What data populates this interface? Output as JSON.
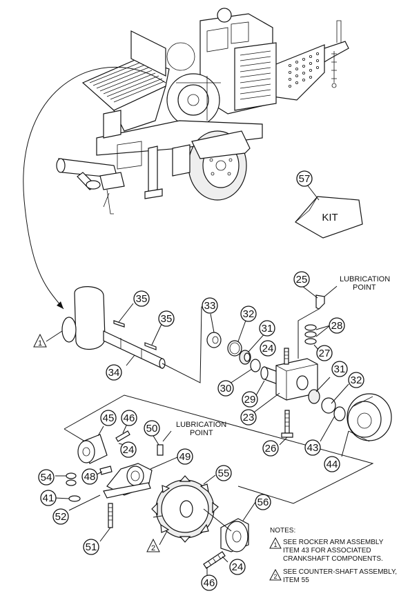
{
  "kit_label": "KIT",
  "lubrication": {
    "top_line1": "LUBRICATION",
    "top_line2": "POINT",
    "mid_line1": "LUBRICATION",
    "mid_line2": "POINT"
  },
  "callouts": {
    "c57": "57",
    "c25": "25",
    "c35a": "35",
    "c35b": "35",
    "c33": "33",
    "c32a": "32",
    "c31a": "31",
    "c28": "28",
    "c24a": "24",
    "c27": "27",
    "c34": "34",
    "c30": "30",
    "c29": "29",
    "c23": "23",
    "c31b": "31",
    "c32b": "32",
    "c26": "26",
    "c43": "43",
    "c44": "44",
    "c45": "45",
    "c46a": "46",
    "c50": "50",
    "c24b": "24",
    "c49": "49",
    "c55": "55",
    "c54": "54",
    "c48": "48",
    "c41": "41",
    "c52": "52",
    "c56": "56",
    "c51": "51",
    "c24c": "24",
    "c46b": "46"
  },
  "triangles": {
    "t1a": "1",
    "t2a": "2",
    "t1b": "1",
    "t2b": "2"
  },
  "notes": {
    "title": "NOTES:",
    "n1_line1": "SEE ROCKER ARM  ASSEMBLY",
    "n1_line2": "ITEM 43 FOR ASSOCIATED",
    "n1_line3": "CRANKSHAFT COMPONENTS.",
    "n2_line1": "SEE COUNTER-SHAFT  ASSEMBLY,",
    "n2_line2": "ITEM 55"
  }
}
